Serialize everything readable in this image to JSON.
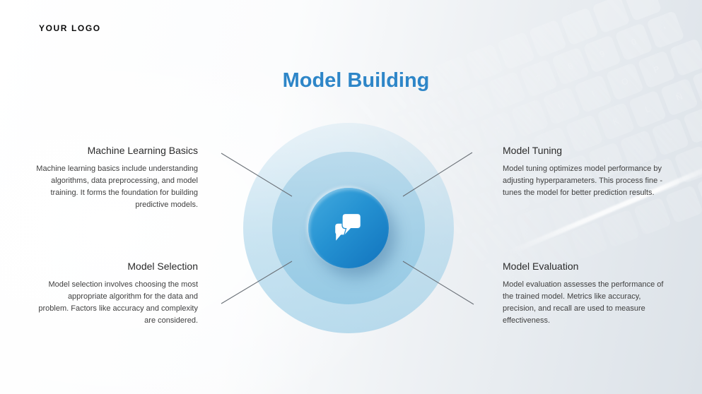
{
  "slide": {
    "logo_text": "YOUR LOGO",
    "title": "Model Building"
  },
  "sections": [
    {
      "id": "machine-learning-basics",
      "position": "top-left",
      "title": "Machine Learning Basics",
      "body_lines": [
        "Machine learning basics include understanding",
        "algorithms, data preprocessing, and model",
        "training. It forms the foundation for building",
        "predictive models."
      ]
    },
    {
      "id": "model-tuning",
      "position": "top-right",
      "title": "Model Tuning",
      "body_lines": [
        "Model tuning optimizes model performance by",
        "adjusting hyperparameters. This process fine -",
        "tunes the model for better prediction results."
      ]
    },
    {
      "id": "model-selection",
      "position": "bottom-left",
      "title": "Model Selection",
      "body_lines": [
        "Model selection involves choosing the most",
        "appropriate algorithm for the data and",
        "problem. Factors like accuracy and complexity",
        "are considered."
      ]
    },
    {
      "id": "model-evaluation",
      "position": "bottom-right",
      "title": "Model Evaluation",
      "body_lines": [
        "Model evaluation assesses the performance of",
        "the trained model. Metrics like accuracy,",
        "precision, and recall are used to measure",
        "effectiveness."
      ]
    }
  ],
  "center": {
    "icon": "chat-bubbles-icon"
  },
  "colors": {
    "title_accent": "#2e86c8",
    "heading_text": "#2b2b2b",
    "body_text": "#404040",
    "connector_line": "#6a7077",
    "center_circle_gradient_start": "#44abdf",
    "center_circle_gradient_end": "#1173bd",
    "ring_blue": "#a5cfe6"
  },
  "background": {
    "keyboard_rows": [
      [
        "",
        "",
        "",
        "",
        "",
        "",
        "",
        "",
        "",
        "",
        ""
      ],
      [
        "1",
        "2",
        "3",
        "4",
        "5",
        "6",
        "7",
        "8",
        "9",
        "0",
        "'"
      ],
      [
        "Q",
        "W",
        "E",
        "R",
        "T",
        "Y",
        "U",
        "I",
        "O",
        "P",
        ""
      ],
      [
        "A",
        "S",
        "D",
        "F",
        "G",
        "H",
        "J",
        "K",
        "L",
        "Ñ",
        ""
      ],
      [
        "Z",
        "X",
        "C",
        "V",
        "B",
        "N",
        "M",
        ",",
        ".",
        "-",
        ""
      ],
      [
        "",
        "",
        "",
        "",
        "",
        "",
        "",
        "",
        "",
        "",
        ""
      ],
      [
        "",
        "",
        "",
        "",
        "",
        "",
        "",
        "",
        "",
        "",
        ""
      ]
    ]
  }
}
